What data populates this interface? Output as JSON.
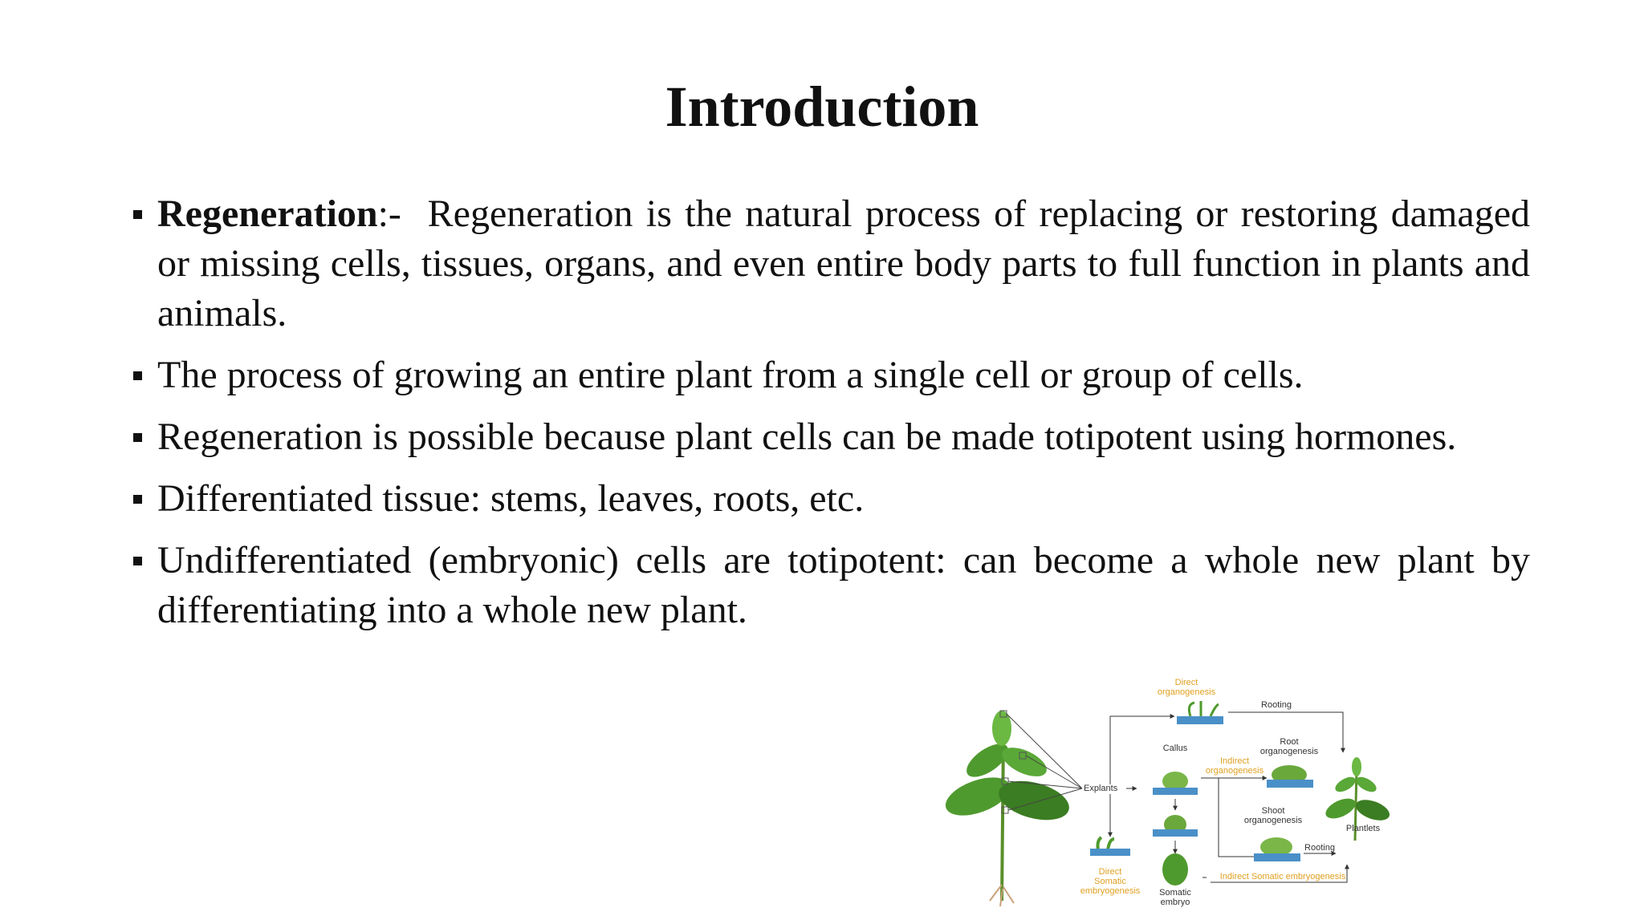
{
  "slide": {
    "title": "Introduction",
    "bullets": [
      {
        "lead": "Regeneration",
        "separator": ":-",
        "text": "  Regeneration is the natural process of replacing or restoring damaged or missing cells, tissues, organs, and even entire body parts to full function in plants and animals."
      },
      {
        "lead": "",
        "separator": "",
        "text": "The process of growing an entire plant from a single cell or group of cells."
      },
      {
        "lead": "",
        "separator": "",
        "text": "Regeneration is possible because plant cells can be made totipotent using hormones."
      },
      {
        "lead": "",
        "separator": "",
        "text": "Differentiated tissue: stems, leaves, roots, etc."
      },
      {
        "lead": "",
        "separator": "",
        "text": "Undifferentiated (embryonic) cells are totipotent: can become a whole new plant by differentiating into a whole new plant."
      }
    ]
  },
  "figure": {
    "labels": {
      "direct_organogenesis_1": "Direct",
      "direct_organogenesis_2": "organogenesis",
      "rooting_top": "Rooting",
      "root_organogenesis_1": "Root",
      "root_organogenesis_2": "organogenesis",
      "callus": "Callus",
      "indirect_organogenesis_1": "Indirect",
      "indirect_organogenesis_2": "organogenesis",
      "explants": "Explants",
      "shoot_organogenesis_1": "Shoot",
      "shoot_organogenesis_2": "organogenesis",
      "plantlets": "Plantlets",
      "rooting_bottom": "Rooting",
      "direct_somatic_1": "Direct",
      "direct_somatic_2": "Somatic",
      "direct_somatic_3": "embryogenesis",
      "somatic_embryo_1": "Somatic",
      "somatic_embryo_2": "embryo",
      "indirect_somatic": "Indirect Somatic embryogenesis"
    },
    "colors": {
      "leaf": "#4f9a2e",
      "leaf_dark": "#3b7d22",
      "dish": "#4a90c8",
      "callus": "#7ab648",
      "orange_label": "#e0a020"
    }
  }
}
